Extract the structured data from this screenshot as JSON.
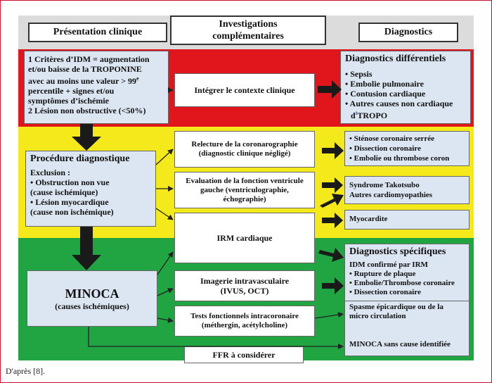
{
  "headers": {
    "col1": "Présentation clinique",
    "col2_line1": "Investigations",
    "col2_line2": "complémentaires",
    "col3": "Diagnostics"
  },
  "criteria": {
    "line1": "1 Critères d’IDM = augmentation",
    "line2": "et/ou baisse de la TROPONINE",
    "line3": "avec au moins une valeur > 99",
    "line3_sup": "e",
    "line4": "percentile + signes et/ou",
    "line5": "symptômes d’ischémie",
    "line6": "2 Lésion non obstructive (<50%)"
  },
  "integrer": "Intégrer le contexte clinique",
  "diff": {
    "title": "Diagnostics différentiels",
    "items": [
      "Sepsis",
      "Embolie pulmonaire",
      "Contusion cardiaque",
      "Autres causes non cardiaque"
    ],
    "last_prefix": "d",
    "last_sup": "t",
    "last_suffix": "TROPO"
  },
  "procedure": {
    "title": "Procédure diagnostique",
    "exclusion": "Exclusion :",
    "i1a": "• Obstruction non vue",
    "i1b": "(cause ischémique)",
    "i2a": "• Lésion myocardique",
    "i2b": "(cause non ischémique)"
  },
  "relecture": {
    "line1": "Relecture de la coronarographie",
    "line2": "(diagnostic clinique négligé)"
  },
  "evaluation": {
    "line1": "Evaluation de la fonction ventricule",
    "line2": "gauche (ventriculographie,",
    "line3": "échographie)"
  },
  "irm": "IRM cardiaque",
  "imagerie": {
    "line1": "Imagerie intravasculaire",
    "line2": "(IVUS, OCT)"
  },
  "tests": {
    "line1": "Tests fonctionnels intracoronaire",
    "line2": "(méthergin, acétylcholine)"
  },
  "ffr": "FFR à considérer",
  "stenose": [
    "Sténose coronaire serrée",
    "Dissection coronaire",
    "Embolie ou thrombose coron"
  ],
  "tako": {
    "line1": "Syndrome Takotsubo",
    "line2": "Autres cardiomyopathies"
  },
  "myocardite": "Myocardite",
  "specifiques": {
    "title": "Diagnostics spécifiques",
    "confirm": "IDM confirmé par IRM",
    "items": [
      "Rupture de plaque",
      "Embolie/Thrombose coronaire",
      "Dissection coronaire"
    ]
  },
  "spasme": {
    "line1": "Spasme épicardique ou de la",
    "line2": "micro circulation"
  },
  "minoca_sans": "MINOCA sans cause identifiée",
  "minoca": {
    "title": "MINOCA",
    "sub": "(causes ischémiques)"
  },
  "caption": "D'après [8].",
  "colors": {
    "red": "#e0161c",
    "yellow": "#f4ea1b",
    "green": "#21a543",
    "blue_box": "#dce6f2"
  }
}
